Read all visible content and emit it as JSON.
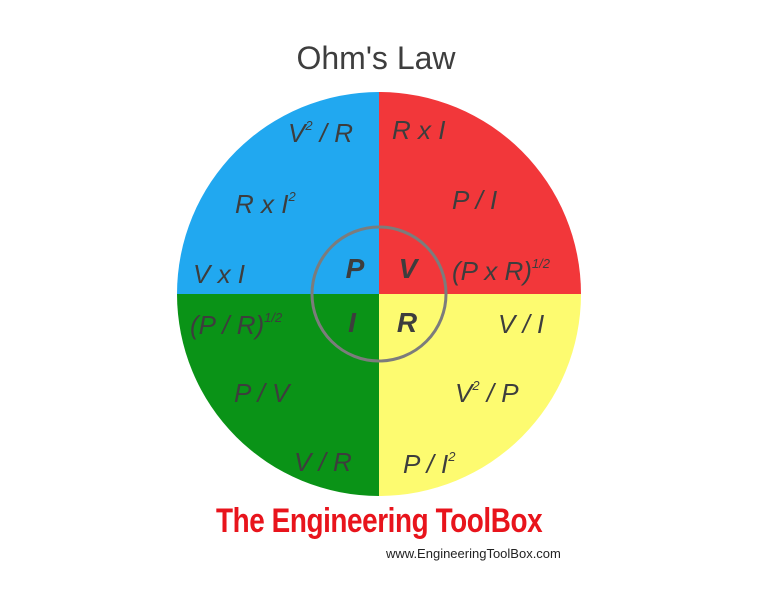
{
  "title": "Ohm's Law",
  "colors": {
    "power_quadrant": "#21a8f0",
    "voltage_quadrant": "#f2373a",
    "current_quadrant": "#0a9317",
    "resistance_quadrant": "#fdfb70",
    "inner_ring": "#7c7c7c",
    "formula_text": "#3d3d3d",
    "brand_text": "#e8141c"
  },
  "center_letters": {
    "power": "P",
    "voltage": "V",
    "current": "I",
    "resistance": "R"
  },
  "formulas": {
    "power": [
      {
        "base": "V",
        "sup": "2",
        "rest": " / R"
      },
      {
        "base": "R x I",
        "sup": "2",
        "rest": ""
      },
      {
        "base": "V x I",
        "sup": "",
        "rest": ""
      }
    ],
    "voltage": [
      {
        "base": "R x I",
        "sup": "",
        "rest": ""
      },
      {
        "base": "P / I",
        "sup": "",
        "rest": ""
      },
      {
        "base": "(P x R)",
        "sup": "1/2",
        "rest": ""
      }
    ],
    "current": [
      {
        "base": "(P / R)",
        "sup": "1/2",
        "rest": ""
      },
      {
        "base": "P / V",
        "sup": "",
        "rest": ""
      },
      {
        "base": "V / R",
        "sup": "",
        "rest": ""
      }
    ],
    "resistance": [
      {
        "base": "V / I",
        "sup": "",
        "rest": ""
      },
      {
        "base": "V",
        "sup": "2",
        "rest": " / P"
      },
      {
        "base": "P / I",
        "sup": "2",
        "rest": ""
      }
    ]
  },
  "brand": {
    "name": "The Engineering ToolBox",
    "url": "www.EngineeringToolBox.com"
  }
}
